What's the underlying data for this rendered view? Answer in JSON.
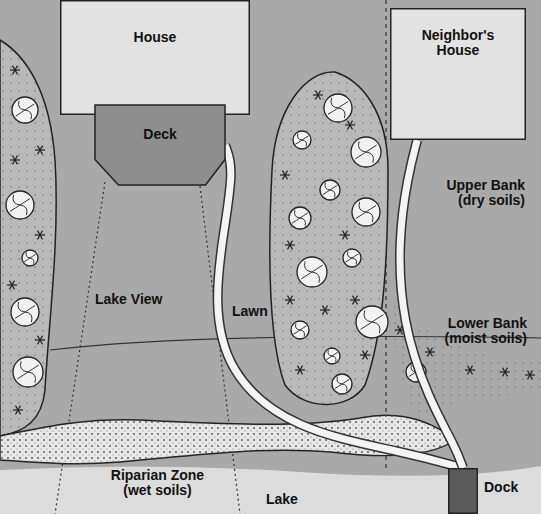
{
  "diagram": {
    "nodes": [
      {
        "text": [
          "House"
        ]
      },
      {
        "text": [
          "Deck"
        ]
      },
      {
        "text": [
          "Neighbor's House"
        ]
      },
      {
        "text": [
          "Dock"
        ]
      }
    ],
    "edges": [
      {
        "from": 1,
        "to": 3,
        "arrow": "none"
      },
      {
        "from": 2,
        "to": 3,
        "arrow": "none"
      }
    ],
    "labels": [
      "Lake View",
      "Lawn",
      "Upper Bank (dry soils)",
      "Lower Bank (moist soils)",
      "Riparian Zone (wet soils)",
      "Lake"
    ]
  }
}
